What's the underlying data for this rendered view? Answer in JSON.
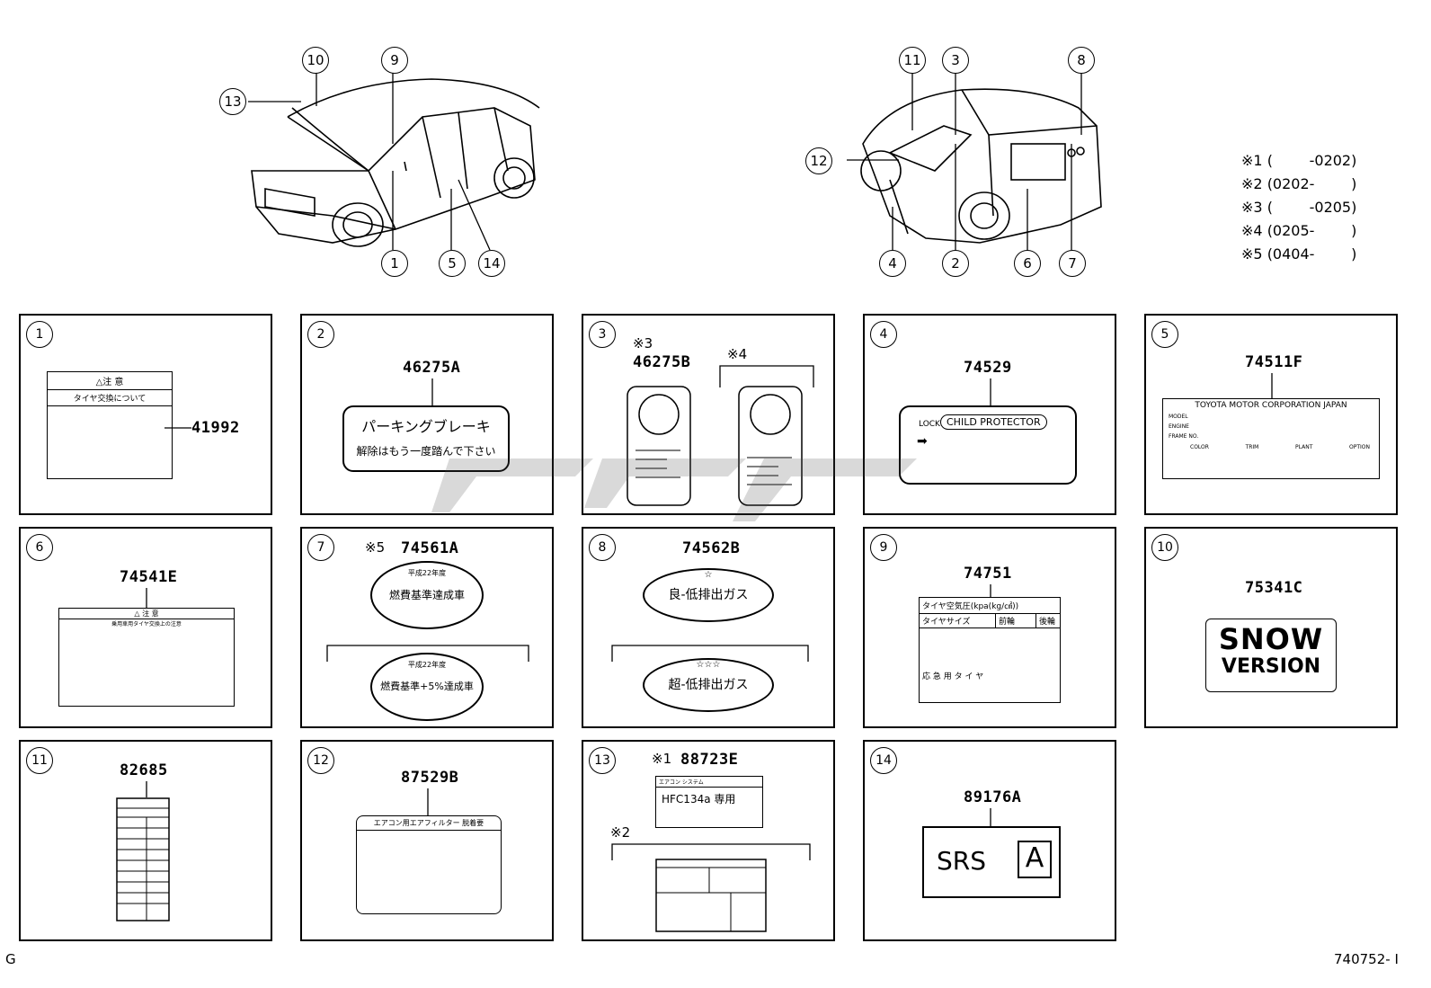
{
  "callouts_left": [
    "10",
    "9",
    "13",
    "1",
    "5",
    "14"
  ],
  "callouts_right": [
    "11",
    "3",
    "8",
    "12",
    "4",
    "2",
    "6",
    "7"
  ],
  "legend": [
    {
      "mark": "※1",
      "text": "(        -0202)"
    },
    {
      "mark": "※2",
      "text": "(0202-        )"
    },
    {
      "mark": "※3",
      "text": "(        -0205)"
    },
    {
      "mark": "※4",
      "text": "(0205-        )"
    },
    {
      "mark": "※5",
      "text": "(0404-        )"
    }
  ],
  "panels": [
    {
      "num": "1",
      "code": "41992",
      "label_title": "△注 意",
      "label_sub": "タイヤ交換について"
    },
    {
      "num": "2",
      "code": "46275A",
      "label_line1": "パーキングブレーキ",
      "label_line2": "解除はもう一度踏んで下さい"
    },
    {
      "num": "3",
      "code_a": "46275B",
      "mark_a": "※3",
      "mark_b": "※4"
    },
    {
      "num": "4",
      "code": "74529",
      "lock": "LOCK",
      "child": "CHILD PROTECTOR"
    },
    {
      "num": "5",
      "code": "74511F",
      "maker": "TOYOTA MOTOR CORPORATION JAPAN",
      "rows": [
        "MODEL",
        "ENGINE",
        "FRAME NO."
      ],
      "cols": [
        "COLOR",
        "TRIM",
        "PLANT",
        "OPTION"
      ]
    },
    {
      "num": "6",
      "code": "74541E",
      "label_title": "△ 注 意",
      "label_sub": "乗用車用タイヤ交換上の注意"
    },
    {
      "num": "7",
      "mark": "※5",
      "code": "74561A",
      "oval1_top": "平成22年度",
      "oval1_main": "燃費基準達成車",
      "oval2_top": "平成22年度",
      "oval2_main": "燃費基準+5%達成車"
    },
    {
      "num": "8",
      "code": "74562B",
      "oval1_star": "☆",
      "oval1_main": "良-低排出ガス",
      "oval2_star": "☆☆☆",
      "oval2_main": "超-低排出ガス"
    },
    {
      "num": "9",
      "code": "74751",
      "title": "タイヤ空気圧(kpa(kg/㎠))",
      "h1": "タイヤサイズ",
      "h2": "前輪",
      "h3": "後輪",
      "spare": "応 急 用 タ イ ヤ"
    },
    {
      "num": "10",
      "code": "75341C",
      "line1": "SNOW",
      "line2": "VERSION"
    },
    {
      "num": "11",
      "code": "82685"
    },
    {
      "num": "12",
      "code": "87529B",
      "label_title": "エアコン用エアフィルター 脱着要"
    },
    {
      "num": "13",
      "mark_a": "※1",
      "code": "88723E",
      "mark_b": "※2",
      "top_main": "HFC134a 専用",
      "top_head": "エアコン システム"
    },
    {
      "num": "14",
      "code": "89176A",
      "srs": "SRS",
      "srs_a": "A"
    }
  ],
  "footer_left": "G",
  "footer_right": "740752- I"
}
